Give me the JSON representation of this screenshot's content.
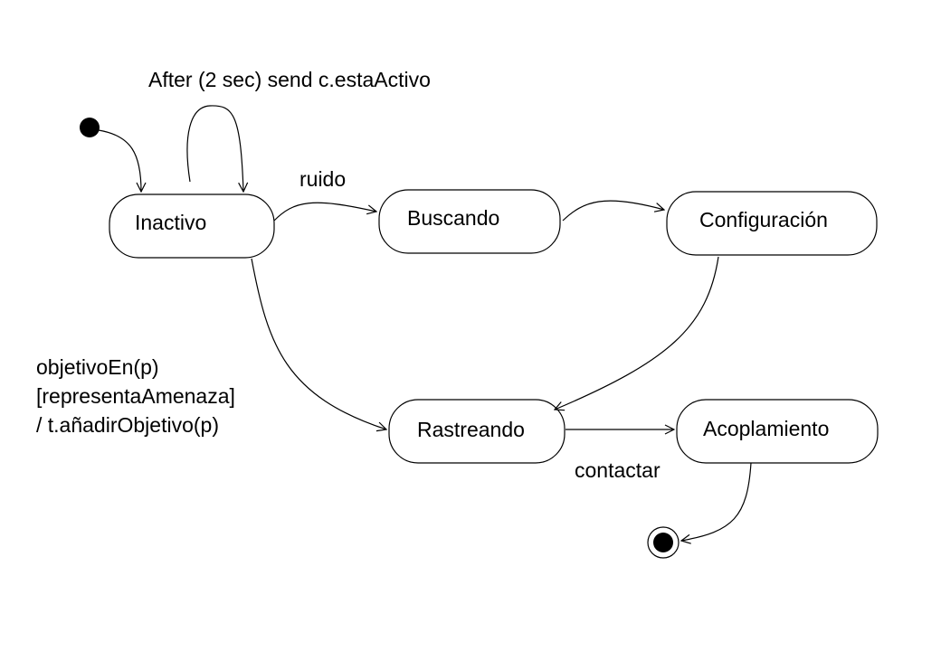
{
  "diagram": {
    "states": {
      "inactivo": "Inactivo",
      "buscando": "Buscando",
      "configuracion": "Configuración",
      "rastreando": "Rastreando",
      "acoplamiento": "Acoplamiento"
    },
    "transitions": {
      "self_loop": "After (2 sec) send c.estaActivo",
      "ruido": "ruido",
      "guard_line1": "objetivoEn(p)",
      "guard_line2": "[representaAmenaza]",
      "guard_line3": "/ t.añadirObjetivo(p)",
      "contactar": "contactar"
    }
  }
}
